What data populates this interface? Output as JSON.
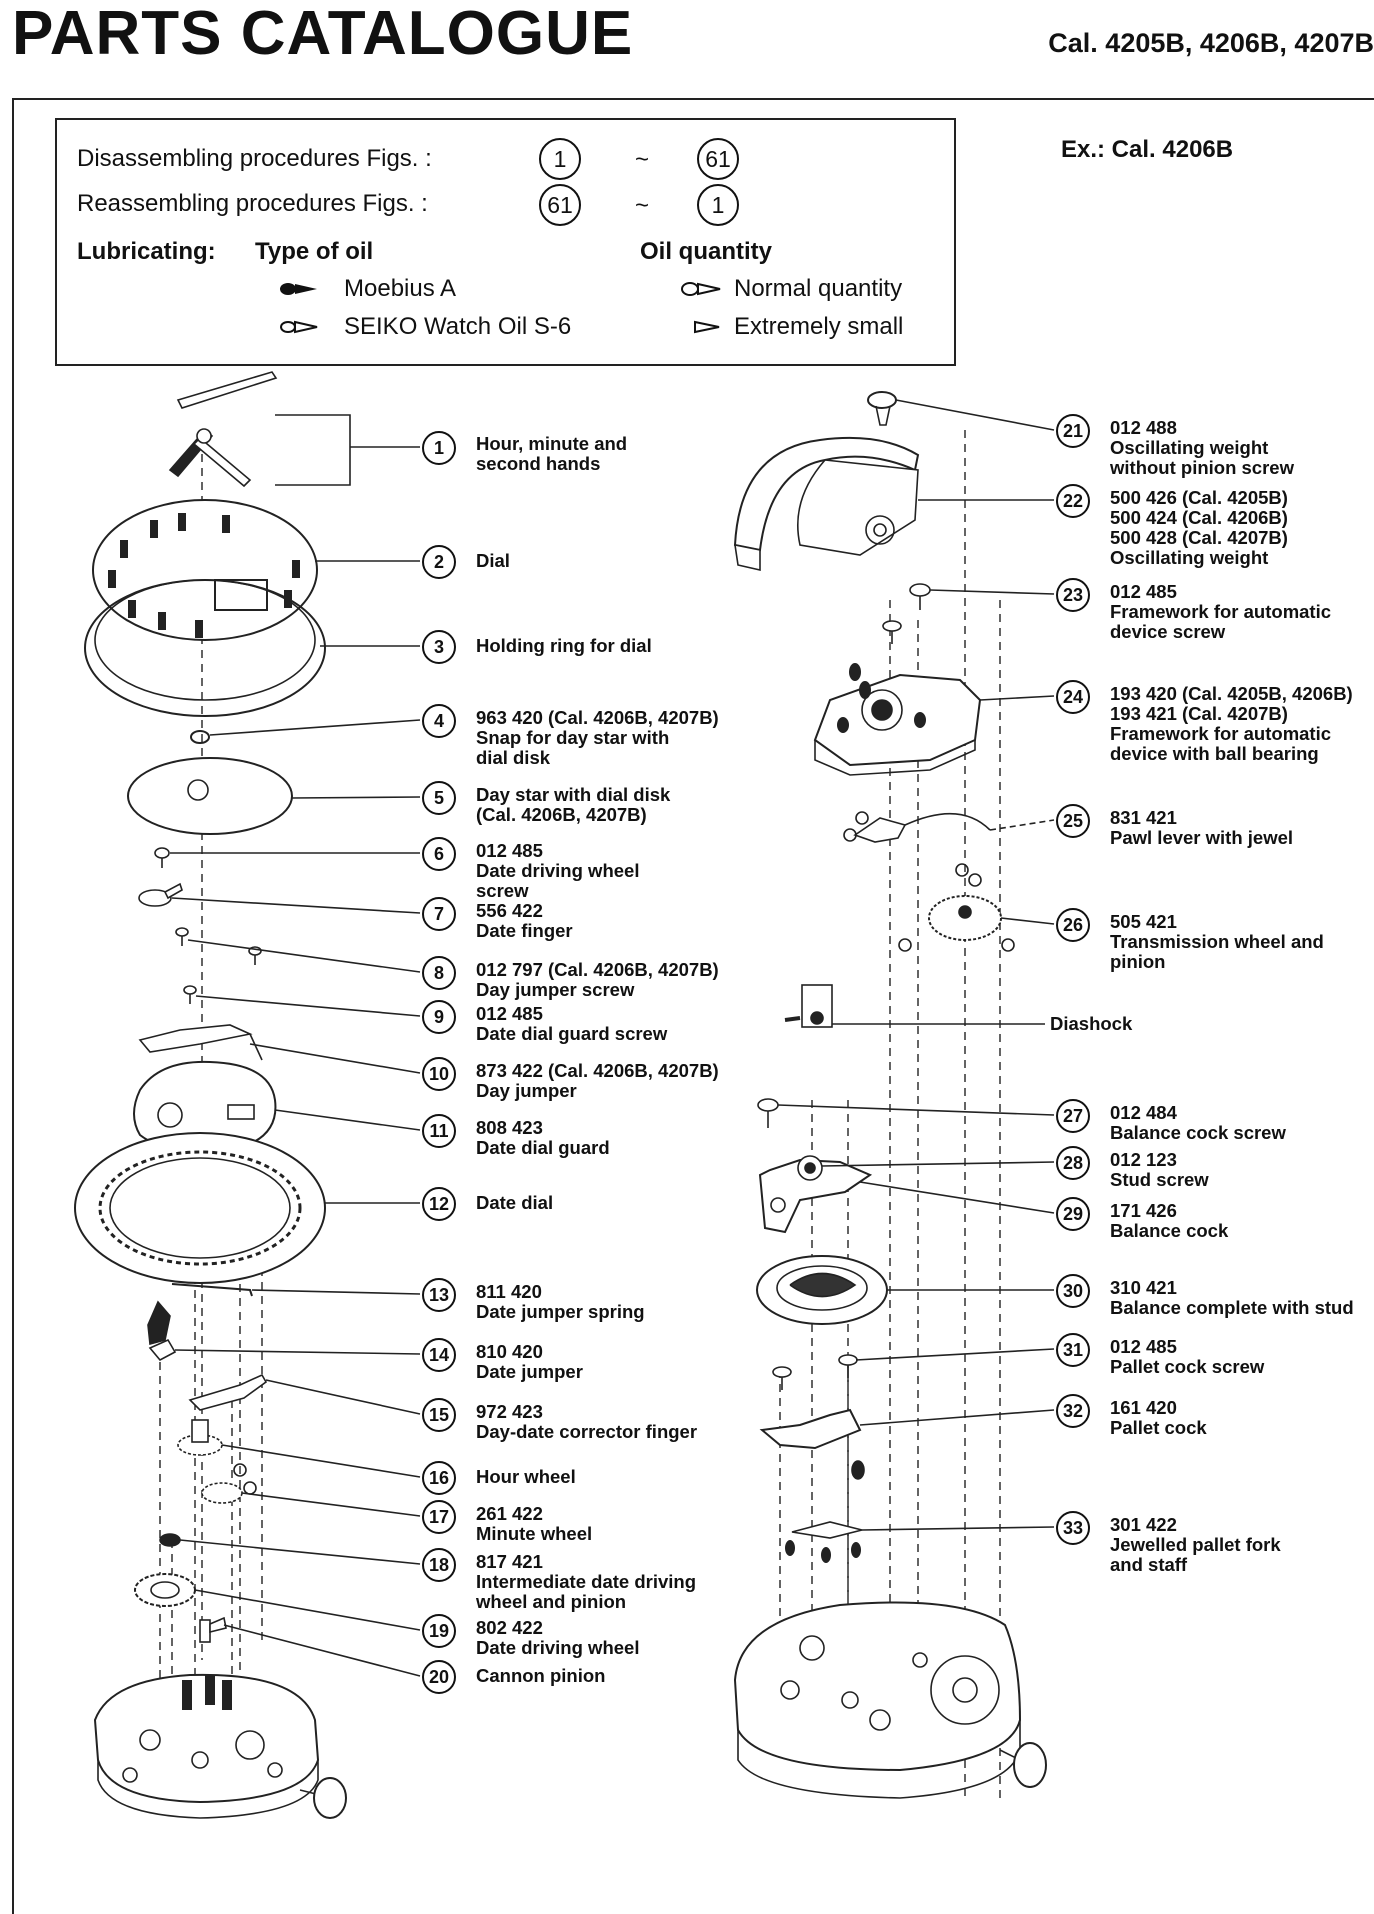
{
  "header": {
    "title": "PARTS CATALOGUE",
    "calibers": "Cal. 4205B, 4206B, 4207B"
  },
  "legend": {
    "disassembling_label": "Disassembling procedures Figs. :",
    "disassembling_from": "1",
    "disassembling_to": "61",
    "reassembling_label": "Reassembling procedures Figs. :",
    "reassembling_from": "61",
    "reassembling_to": "1",
    "tilde": "~",
    "lubricating": "Lubricating:",
    "type_of_oil": "Type of oil",
    "oil_quantity": "Oil quantity",
    "oil_a": "Moebius A",
    "oil_b": "SEIKO Watch Oil S-6",
    "qty_normal": "Normal quantity",
    "qty_small": "Extremely small"
  },
  "example": "Ex.: Cal. 4206B",
  "diashock": "Diashock",
  "parts": [
    {
      "no": "1",
      "text": "Hour, minute and\nsecond hands"
    },
    {
      "no": "2",
      "text": "Dial"
    },
    {
      "no": "3",
      "text": "Holding ring for dial"
    },
    {
      "no": "4",
      "text": "963 420 (Cal. 4206B, 4207B)\nSnap for day star with\ndial disk"
    },
    {
      "no": "5",
      "text": "Day star with dial disk\n(Cal. 4206B, 4207B)"
    },
    {
      "no": "6",
      "text": "012 485\nDate driving wheel\nscrew"
    },
    {
      "no": "7",
      "text": "556 422\nDate finger"
    },
    {
      "no": "8",
      "text": "012 797 (Cal. 4206B, 4207B)\nDay jumper screw"
    },
    {
      "no": "9",
      "text": "012 485\nDate dial guard screw"
    },
    {
      "no": "10",
      "text": "873 422 (Cal. 4206B, 4207B)\nDay jumper"
    },
    {
      "no": "11",
      "text": "808 423\nDate dial guard"
    },
    {
      "no": "12",
      "text": "Date dial"
    },
    {
      "no": "13",
      "text": "811 420\nDate jumper spring"
    },
    {
      "no": "14",
      "text": "810 420\nDate jumper"
    },
    {
      "no": "15",
      "text": "972 423\nDay-date corrector finger"
    },
    {
      "no": "16",
      "text": "Hour wheel"
    },
    {
      "no": "17",
      "text": "261 422\nMinute wheel"
    },
    {
      "no": "18",
      "text": "817 421\nIntermediate date driving\nwheel and pinion"
    },
    {
      "no": "19",
      "text": "802 422\nDate driving wheel"
    },
    {
      "no": "20",
      "text": "Cannon pinion"
    },
    {
      "no": "21",
      "text": "012 488\nOscillating weight\nwithout pinion screw"
    },
    {
      "no": "22",
      "text": "500 426 (Cal. 4205B)\n500 424 (Cal. 4206B)\n500 428 (Cal. 4207B)\nOscillating weight"
    },
    {
      "no": "23",
      "text": "012 485\nFramework for automatic\ndevice screw"
    },
    {
      "no": "24",
      "text": "193 420 (Cal. 4205B, 4206B)\n193 421 (Cal. 4207B)\nFramework for automatic\ndevice with ball bearing"
    },
    {
      "no": "25",
      "text": "831 421\nPawl lever with jewel"
    },
    {
      "no": "26",
      "text": "505 421\nTransmission wheel and\npinion"
    },
    {
      "no": "27",
      "text": "012 484\nBalance cock screw"
    },
    {
      "no": "28",
      "text": "012 123\nStud screw"
    },
    {
      "no": "29",
      "text": "171 426\nBalance cock"
    },
    {
      "no": "30",
      "text": "310 421\nBalance complete with stud"
    },
    {
      "no": "31",
      "text": "012 485\nPallet cock screw"
    },
    {
      "no": "32",
      "text": "161 420\nPallet cock"
    },
    {
      "no": "33",
      "text": "301 422\nJewelled pallet fork\nand staff"
    }
  ]
}
